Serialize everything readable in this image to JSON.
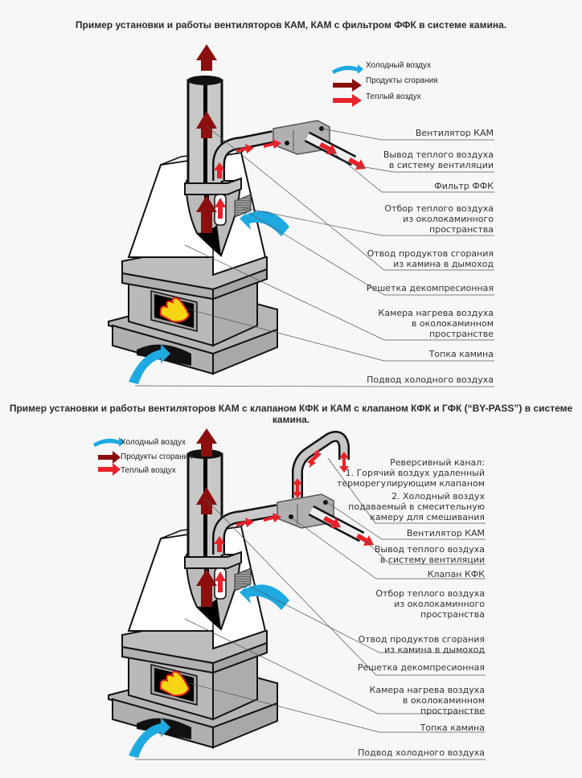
{
  "diagram1": {
    "title": "Пример установки и работы вентиляторов КАМ, КАМ с фильтром ФФК в системе камина.",
    "legend": [
      {
        "icon": "cold-air-arrow-icon",
        "label": "Холодный воздух",
        "color": "#1ea9e1"
      },
      {
        "icon": "combustion-arrow-icon",
        "label": "Продукты сгорания",
        "color": "#8b0f0f"
      },
      {
        "icon": "warm-air-arrow-icon",
        "label": "Теплый воздух",
        "color": "#e8222a"
      }
    ],
    "labels": [
      "Вентилятор КАМ",
      "Вывод теплого воздуха\nв систему вентиляции",
      "Фильтр ФФК",
      "Отбор теплого воздуха\nиз околокаминного\nпространства",
      "Отвод продуктов сгорания\nиз камина в дымоход",
      "Решетка декомпресионная",
      "Камера нагрева воздуха\nв околокаминном\nпространстве",
      "Топка камина",
      "Подвод холодного воздуха"
    ]
  },
  "diagram2": {
    "title": "Пример установки и работы вентиляторов КАМ с клапаном КФК и КАМ с клапаном КФК и ГФК (“BY-PASS”) в системе камина.",
    "legend": [
      {
        "icon": "cold-air-arrow-icon",
        "label": "Холодный воздух",
        "color": "#1ea9e1"
      },
      {
        "icon": "combustion-arrow-icon",
        "label": "Продукты сгорания",
        "color": "#8b0f0f"
      },
      {
        "icon": "warm-air-arrow-icon",
        "label": "Теплый воздух",
        "color": "#e8222a"
      }
    ],
    "labels": [
      "Реверсивный канал:\n1. Горячий воздух удаленный\nтерморегулирующим клапаном",
      "2. Холодный воздух\nподаваемый в смесительную\nкамеру для смешивания",
      "Вентилятор КАМ",
      "Вывод теплого воздуха\nв систему вентиляции",
      "Клапан КФК",
      "Отбор теплого воздуха\nиз околокаминного\nпространства",
      "Отвод продуктов сгорания\nиз камина в дымоход",
      "Решетка декомпресионная",
      "Камера нагрева воздуха\nв околокаминном\nпространстве",
      "Топка камина",
      "Подвод холодного воздуха"
    ]
  },
  "colors": {
    "background": "#f7f7f7",
    "cold": "#1ea9e1",
    "combustion": "#8b0f0f",
    "warm": "#e8222a",
    "stone": "#b8b8b8",
    "pipe": "#c4c4c4"
  }
}
